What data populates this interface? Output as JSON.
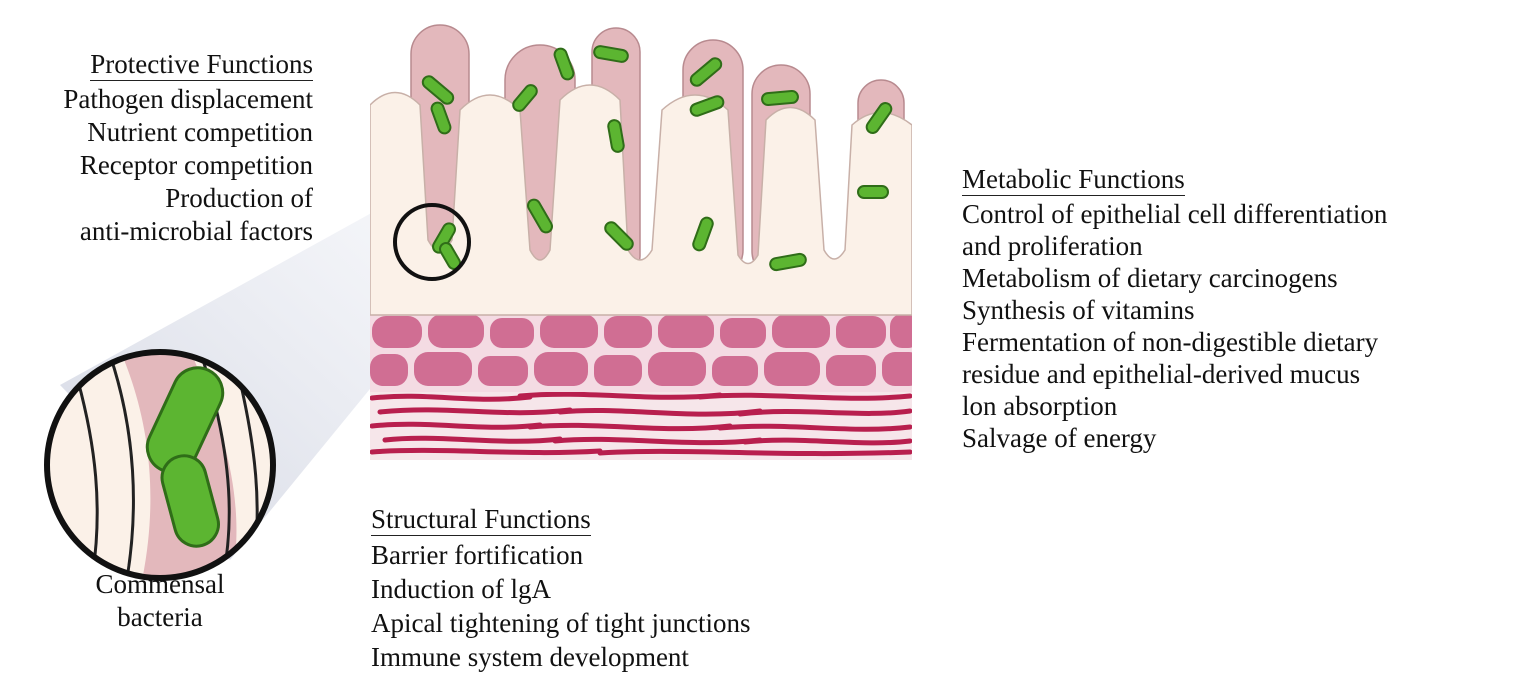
{
  "protective": {
    "heading": "Protective Functions",
    "items": [
      "Pathogen displacement",
      "Nutrient competition",
      "Receptor competition",
      "Production of",
      "anti-microbial factors"
    ]
  },
  "metabolic": {
    "heading": "Metabolic Functions",
    "items": [
      "Control of epithelial cell differentiation",
      "and proliferation",
      "Metabolism of dietary carcinogens",
      "Synthesis of vitamins",
      "Fermentation of non-digestible dietary",
      "residue and epithelial-derived mucus",
      "lon absorption",
      "Salvage of energy"
    ]
  },
  "structural": {
    "heading": "Structural Functions",
    "items": [
      "Barrier fortification",
      "Induction of lgA",
      "Apical tightening of tight junctions",
      "Immune system development"
    ]
  },
  "caption": {
    "line1": "Commensal",
    "line2": "bacteria"
  },
  "colors": {
    "villus_pink": "#e3b8bc",
    "epithelium_cream": "#fbf1e8",
    "bacteria_green": "#5cb531",
    "lamina_pink": "#d06e93",
    "muscle_red": "#b81f4e"
  }
}
